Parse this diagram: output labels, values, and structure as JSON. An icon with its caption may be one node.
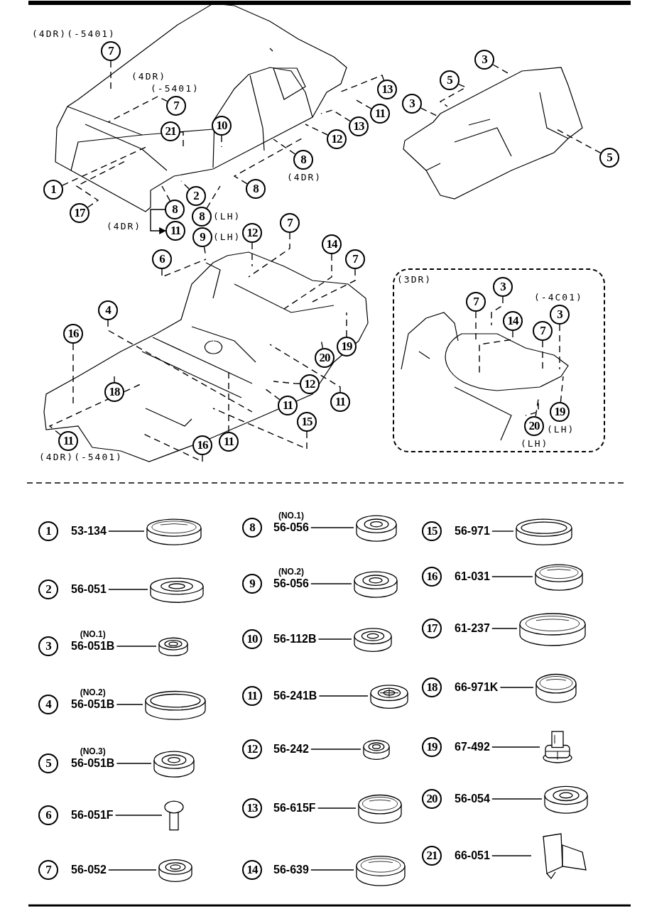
{
  "diagram": {
    "nodes": [
      {
        "text": [
          "7"
        ],
        "beside": [
          "(4DR)(-5401)"
        ]
      },
      {
        "text": [
          "7"
        ],
        "beside": [
          "(4DR)",
          "(-5401)"
        ]
      },
      {
        "text": [
          "21"
        ]
      },
      {
        "text": [
          "10"
        ]
      },
      {
        "text": [
          "13"
        ]
      },
      {
        "text": [
          "11"
        ]
      },
      {
        "text": [
          "13"
        ]
      },
      {
        "text": [
          "12"
        ]
      },
      {
        "text": [
          "8"
        ],
        "beside": [
          "(4DR)"
        ]
      },
      {
        "text": [
          "1"
        ]
      },
      {
        "text": [
          "2"
        ]
      },
      {
        "text": [
          "8"
        ]
      },
      {
        "text": [
          "17"
        ]
      },
      {
        "text": [
          "8"
        ]
      },
      {
        "text": [
          "11"
        ]
      },
      {
        "text": [
          "8"
        ],
        "beside": [
          "(LH)"
        ]
      },
      {
        "text": [
          "9"
        ],
        "beside": [
          "(LH)"
        ]
      },
      {
        "text": [
          "3"
        ]
      },
      {
        "text": [
          "5"
        ]
      },
      {
        "text": [
          "3"
        ]
      },
      {
        "text": [
          "5"
        ]
      },
      {
        "text": [
          "12"
        ]
      },
      {
        "text": [
          "7"
        ]
      },
      {
        "text": [
          "14"
        ]
      },
      {
        "text": [
          "7"
        ]
      },
      {
        "text": [
          "6"
        ]
      },
      {
        "text": [
          "4"
        ]
      },
      {
        "text": [
          "16"
        ]
      },
      {
        "text": [
          "20"
        ]
      },
      {
        "text": [
          "19"
        ]
      },
      {
        "text": [
          "18"
        ]
      },
      {
        "text": [
          "12"
        ]
      },
      {
        "text": [
          "11"
        ]
      },
      {
        "text": [
          "11"
        ]
      },
      {
        "text": [
          "15"
        ]
      },
      {
        "text": [
          "11"
        ],
        "beside": [
          "(4DR)(-5401)"
        ]
      },
      {
        "text": [
          "16"
        ]
      },
      {
        "text": [
          "11"
        ]
      },
      {
        "text": [
          "(3DR)"
        ]
      },
      {
        "text": [
          "7"
        ],
        "in": 38
      },
      {
        "text": [
          "3"
        ],
        "in": 38
      },
      {
        "text": [
          "14"
        ],
        "in": 38
      },
      {
        "text": [
          "3"
        ],
        "in": 38,
        "beside": [
          "(-4C01)"
        ]
      },
      {
        "text": [
          "7"
        ],
        "in": 38
      },
      {
        "text": [
          "19"
        ],
        "in": 38,
        "beside": [
          "(LH)"
        ]
      },
      {
        "text": [
          "20"
        ],
        "in": 38,
        "beside": [
          "(LH)"
        ]
      },
      {
        "text": [
          "1"
        ]
      },
      {
        "text": [
          "53-134"
        ]
      },
      {
        "text": [],
        "shape": "picture"
      },
      {
        "text": [
          "2"
        ]
      },
      {
        "text": [
          "56-051"
        ]
      },
      {
        "text": [],
        "shape": "picture"
      },
      {
        "text": [
          "3"
        ]
      },
      {
        "text": [
          "(NO.1)",
          "56-051B"
        ]
      },
      {
        "text": [],
        "shape": "picture"
      },
      {
        "text": [
          "4"
        ]
      },
      {
        "text": [
          "(NO.2)",
          "56-051B"
        ]
      },
      {
        "text": [],
        "shape": "picture"
      },
      {
        "text": [
          "5"
        ]
      },
      {
        "text": [
          "(NO.3)",
          "56-051B"
        ]
      },
      {
        "text": [],
        "shape": "picture"
      },
      {
        "text": [
          "6"
        ]
      },
      {
        "text": [
          "56-051F"
        ]
      },
      {
        "text": [],
        "shape": "picture"
      },
      {
        "text": [
          "7"
        ]
      },
      {
        "text": [
          "56-052"
        ]
      },
      {
        "text": [],
        "shape": "picture"
      },
      {
        "text": [
          "8"
        ]
      },
      {
        "text": [
          "(NO.1)",
          "56-056"
        ]
      },
      {
        "text": [],
        "shape": "picture"
      },
      {
        "text": [
          "9"
        ]
      },
      {
        "text": [
          "(NO.2)",
          "56-056"
        ]
      },
      {
        "text": [],
        "shape": "picture"
      },
      {
        "text": [
          "10"
        ]
      },
      {
        "text": [
          "56-112B"
        ]
      },
      {
        "text": [],
        "shape": "picture"
      },
      {
        "text": [
          "11"
        ]
      },
      {
        "text": [
          "56-241B"
        ]
      },
      {
        "text": [],
        "shape": "picture"
      },
      {
        "text": [
          "12"
        ]
      },
      {
        "text": [
          "56-242"
        ]
      },
      {
        "text": [],
        "shape": "picture"
      },
      {
        "text": [
          "13"
        ]
      },
      {
        "text": [
          "56-615F"
        ]
      },
      {
        "text": [],
        "shape": "picture"
      },
      {
        "text": [
          "14"
        ]
      },
      {
        "text": [
          "56-639"
        ]
      },
      {
        "text": [],
        "shape": "picture"
      },
      {
        "text": [
          "15"
        ]
      },
      {
        "text": [
          "56-971"
        ]
      },
      {
        "text": [],
        "shape": "picture"
      },
      {
        "text": [
          "16"
        ]
      },
      {
        "text": [
          "61-031"
        ]
      },
      {
        "text": [],
        "shape": "picture"
      },
      {
        "text": [
          "17"
        ]
      },
      {
        "text": [
          "61-237"
        ]
      },
      {
        "text": [],
        "shape": "picture"
      },
      {
        "text": [
          "18"
        ]
      },
      {
        "text": [
          "66-971K"
        ]
      },
      {
        "text": [],
        "shape": "picture"
      },
      {
        "text": [
          "19"
        ]
      },
      {
        "text": [
          "67-492"
        ]
      },
      {
        "text": [],
        "shape": "picture"
      },
      {
        "text": [
          "20"
        ]
      },
      {
        "text": [
          "56-054"
        ]
      },
      {
        "text": [],
        "shape": "picture"
      },
      {
        "text": [
          "21"
        ]
      },
      {
        "text": [
          "66-051"
        ]
      },
      {
        "text": [],
        "shape": "picture"
      }
    ],
    "edges": [
      {
        "from": 0,
        "to": null,
        "arrow": "none",
        "style": "dashed"
      },
      {
        "from": 1,
        "to": null,
        "arrow": "none",
        "style": "dashed"
      },
      {
        "from": 2,
        "to": null,
        "arrow": "none",
        "style": "dashed"
      },
      {
        "from": 3,
        "to": null,
        "arrow": "none",
        "style": "dashed"
      },
      {
        "from": 4,
        "to": null,
        "arrow": "none",
        "style": "dashed"
      },
      {
        "from": 5,
        "to": null,
        "arrow": "none",
        "style": "dashed"
      },
      {
        "from": 6,
        "to": null,
        "arrow": "none",
        "style": "dashed"
      },
      {
        "from": 7,
        "to": null,
        "arrow": "none",
        "style": "dashed"
      },
      {
        "from": 8,
        "to": null,
        "arrow": "none",
        "style": "dashed"
      },
      {
        "from": 9,
        "to": null,
        "arrow": "none",
        "style": "dashed"
      },
      {
        "from": 10,
        "to": null,
        "arrow": "none",
        "style": "dashed"
      },
      {
        "from": 11,
        "to": null,
        "arrow": "none",
        "style": "dashed"
      },
      {
        "from": 12,
        "to": null,
        "arrow": "none",
        "style": "dashed"
      },
      {
        "from": 13,
        "to": null,
        "arrow": "none",
        "style": "dashed"
      },
      {
        "from": 15,
        "to": null,
        "arrow": "none",
        "style": "dashed"
      },
      {
        "from": 16,
        "to": null,
        "arrow": "none",
        "style": "dashed"
      },
      {
        "from": 17,
        "to": null,
        "arrow": "none",
        "style": "dashed"
      },
      {
        "from": 18,
        "to": null,
        "arrow": "none",
        "style": "dashed"
      },
      {
        "from": 19,
        "to": null,
        "arrow": "none",
        "style": "dashed"
      },
      {
        "from": 20,
        "to": null,
        "arrow": "none",
        "style": "dashed"
      },
      {
        "from": 21,
        "to": null,
        "arrow": "none",
        "style": "dashed"
      },
      {
        "from": 22,
        "to": null,
        "arrow": "none",
        "style": "dashed"
      },
      {
        "from": 23,
        "to": null,
        "arrow": "none",
        "style": "dashed"
      },
      {
        "from": 24,
        "to": null,
        "arrow": "none",
        "style": "dashed"
      },
      {
        "from": 25,
        "to": null,
        "arrow": "none",
        "style": "dashed"
      },
      {
        "from": 26,
        "to": null,
        "arrow": "none",
        "style": "dashed"
      },
      {
        "from": 27,
        "to": null,
        "arrow": "none",
        "style": "dashed"
      },
      {
        "from": 28,
        "to": null,
        "arrow": "none",
        "style": "dashed"
      },
      {
        "from": 29,
        "to": null,
        "arrow": "none",
        "style": "dashed"
      },
      {
        "from": 30,
        "to": null,
        "arrow": "none",
        "style": "dashed"
      },
      {
        "from": 31,
        "to": null,
        "arrow": "none",
        "style": "dashed"
      },
      {
        "from": 32,
        "to": null,
        "arrow": "none",
        "style": "dashed"
      },
      {
        "from": 33,
        "to": null,
        "arrow": "none",
        "style": "dashed"
      },
      {
        "from": 34,
        "to": null,
        "arrow": "none",
        "style": "dashed"
      },
      {
        "from": 35,
        "to": null,
        "arrow": "none",
        "style": "dashed"
      },
      {
        "from": 36,
        "to": null,
        "arrow": "none",
        "style": "dashed"
      },
      {
        "from": 37,
        "to": null,
        "arrow": "none",
        "style": "dashed"
      },
      {
        "from": 39,
        "to": null,
        "arrow": "none",
        "style": "dashed"
      },
      {
        "from": 40,
        "to": null,
        "arrow": "none",
        "style": "dashed"
      },
      {
        "from": 41,
        "to": null,
        "arrow": "none",
        "style": "dashed"
      },
      {
        "from": 42,
        "to": null,
        "arrow": "none",
        "style": "dashed"
      },
      {
        "from": 43,
        "to": null,
        "arrow": "none",
        "style": "dashed"
      },
      {
        "from": 44,
        "to": null,
        "arrow": "none",
        "style": "dashed"
      },
      {
        "from": 45,
        "to": null,
        "arrow": "none",
        "style": "dashed"
      },
      {
        "from": 13,
        "to": 14,
        "arrow": "to"
      },
      {
        "from": 47,
        "to": 48,
        "arrow": "none"
      },
      {
        "from": 50,
        "to": 51,
        "arrow": "none"
      },
      {
        "from": 53,
        "to": 54,
        "arrow": "none"
      },
      {
        "from": 56,
        "to": 57,
        "arrow": "none"
      },
      {
        "from": 59,
        "to": 60,
        "arrow": "none"
      },
      {
        "from": 62,
        "to": 63,
        "arrow": "none"
      },
      {
        "from": 65,
        "to": 66,
        "arrow": "none"
      },
      {
        "from": 68,
        "to": 69,
        "arrow": "none"
      },
      {
        "from": 71,
        "to": 72,
        "arrow": "none"
      },
      {
        "from": 74,
        "to": 75,
        "arrow": "none"
      },
      {
        "from": 77,
        "to": 78,
        "arrow": "none"
      },
      {
        "from": 80,
        "to": 81,
        "arrow": "none"
      },
      {
        "from": 83,
        "to": 84,
        "arrow": "none"
      },
      {
        "from": 86,
        "to": 87,
        "arrow": "none"
      },
      {
        "from": 89,
        "to": 90,
        "arrow": "none"
      },
      {
        "from": 92,
        "to": 93,
        "arrow": "none"
      },
      {
        "from": 95,
        "to": 96,
        "arrow": "none"
      },
      {
        "from": 98,
        "to": 99,
        "arrow": "none"
      },
      {
        "from": 101,
        "to": 102,
        "arrow": "none"
      },
      {
        "from": 104,
        "to": 105,
        "arrow": "none"
      },
      {
        "from": 107,
        "to": 108,
        "arrow": "none"
      }
    ],
    "labels": [
      "(4DR)"
    ]
  }
}
